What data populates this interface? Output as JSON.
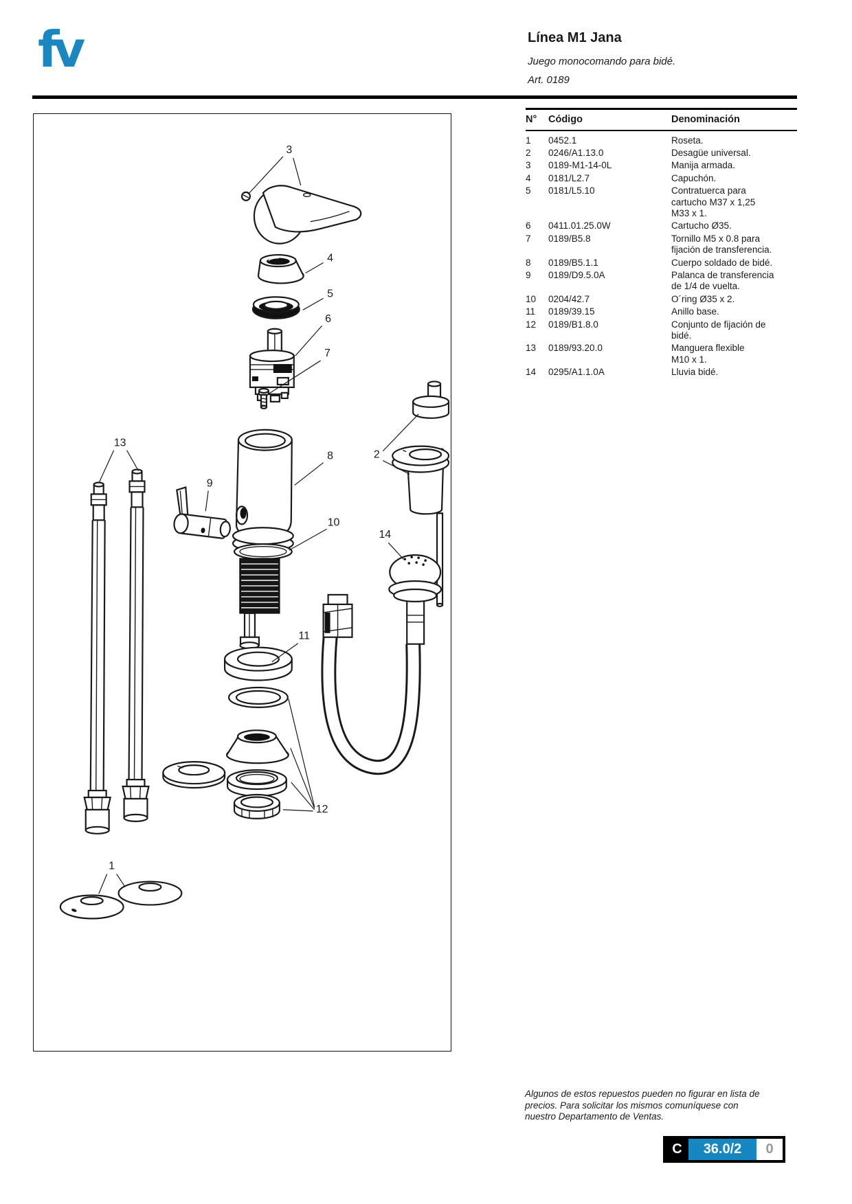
{
  "logo": {
    "text": "fv",
    "color": "#1b87c0"
  },
  "header": {
    "title": "Línea M1 Jana",
    "subtitle": "Juego monocomando para bidé.",
    "article": "Art. 0189"
  },
  "table": {
    "col_num": "N°",
    "col_code": "Código",
    "col_name": "Denominación",
    "rows": [
      {
        "num": "1",
        "code": "0452.1",
        "lines": [
          "Roseta."
        ]
      },
      {
        "num": "2",
        "code": "0246/A1.13.0",
        "lines": [
          "Desagüe universal."
        ]
      },
      {
        "num": "3",
        "code": "0189-M1-14-0L",
        "lines": [
          "Manija armada."
        ]
      },
      {
        "num": "4",
        "code": "0181/L2.7",
        "lines": [
          "Capuchón."
        ]
      },
      {
        "num": "5",
        "code": "0181/L5.10",
        "lines": [
          "Contratuerca para",
          "cartucho M37 x 1,25",
          "M33 x 1."
        ]
      },
      {
        "num": "6",
        "code": "0411.01.25.0W",
        "lines": [
          "Cartucho Ø35."
        ]
      },
      {
        "num": "7",
        "code": "0189/B5.8",
        "lines": [
          "Tornillo M5 x 0.8 para",
          "fijación de transferencia."
        ]
      },
      {
        "num": "8",
        "code": "0189/B5.1.1",
        "lines": [
          "Cuerpo soldado de bidé."
        ]
      },
      {
        "num": "9",
        "code": "0189/D9.5.0A",
        "lines": [
          "Palanca de transferencia",
          "de 1/4 de vuelta."
        ]
      },
      {
        "num": "10",
        "code": "0204/42.7",
        "lines": [
          "O´ring Ø35 x 2."
        ]
      },
      {
        "num": "11",
        "code": "0189/39.15",
        "lines": [
          "Anillo base."
        ]
      },
      {
        "num": "12",
        "code": "0189/B1.8.0",
        "lines": [
          "Conjunto de fijación de",
          "bidé."
        ]
      },
      {
        "num": "13",
        "code": "0189/93.20.0",
        "lines": [
          "Manguera flexible",
          "M10 x 1."
        ]
      },
      {
        "num": "14",
        "code": "0295/A1.1.0A",
        "lines": [
          "Lluvia bidé."
        ]
      }
    ]
  },
  "diagram": {
    "callouts": {
      "c1": "1",
      "c2": "2",
      "c3": "3",
      "c4": "4",
      "c5": "5",
      "c6": "6",
      "c7": "7",
      "c8": "8",
      "c9": "9",
      "c10": "10",
      "c11": "11",
      "c12": "12",
      "c13": "13",
      "c14": "14"
    }
  },
  "footer": {
    "note_lines": [
      "Algunos de estos repuestos pueden no figurar en lista de",
      "precios. Para solicitar los mismos comuníquese con",
      "nuestro Departamento de Ventas."
    ],
    "badge": {
      "letter": "C",
      "code": "36.0/2",
      "rev": "0",
      "blue": "#1787c1",
      "gray": "#9a9a9a"
    }
  }
}
